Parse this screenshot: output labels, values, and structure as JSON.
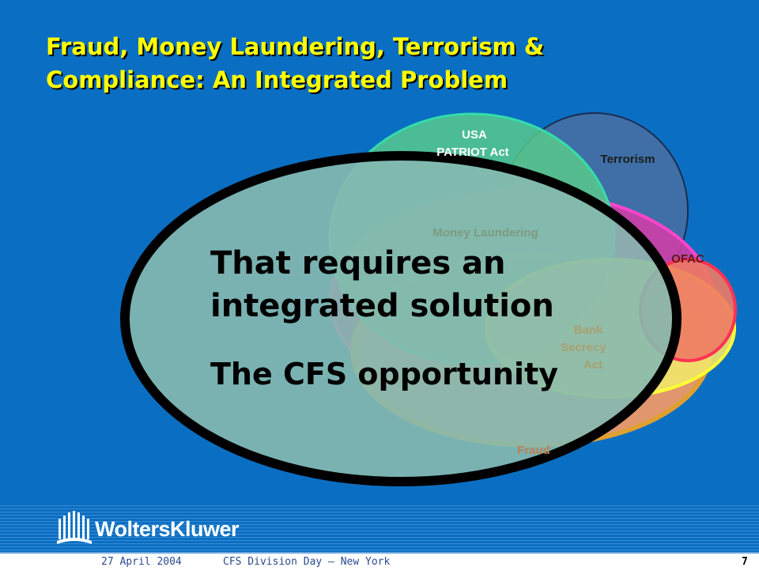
{
  "slide": {
    "title_line1": "Fraud, Money Laundering, Terrorism &",
    "title_line2": "Compliance:  An Integrated Problem"
  },
  "diagram": {
    "usa_line1": "USA",
    "usa_line2": "PATRIOT Act",
    "terrorism": "Terrorism",
    "money_laundering": "Money Laundering",
    "ofac": "OFAC",
    "bank_line1": "Bank",
    "bank_line2": "Secrecy",
    "bank_line3": "Act",
    "fraud": "Fraud"
  },
  "statement": {
    "line1": "That requires an",
    "line2": "integrated solution",
    "line3": "The CFS opportunity"
  },
  "footer": {
    "brand": "WoltersKluwer",
    "date": "27 April 2004",
    "event": "CFS Division Day – New York",
    "page": "7"
  },
  "colors": {
    "background": "#0a6fc2",
    "title": "#ffff00"
  }
}
